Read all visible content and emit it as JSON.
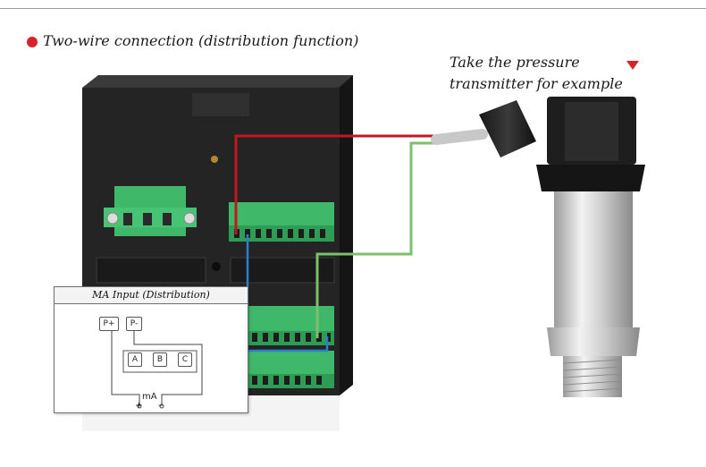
{
  "header": {
    "title": "Two-wire connection (distribution function)",
    "bullet_color": "#d8232a"
  },
  "transmitter_label": {
    "line1": "Take the pressure",
    "line2": "transmitter for example",
    "marker_color": "#d8232a"
  },
  "wires": {
    "red": "#c0181e",
    "green": "#7cc06a",
    "blue": "#2a7fd0"
  },
  "inset": {
    "title": "MA Input (Distribution)",
    "terminals_top": [
      "P+",
      "P-"
    ],
    "terminals_mid": [
      "A",
      "B",
      "C"
    ],
    "unit_label": "mA",
    "plus_label": "+",
    "minus_label": "-"
  }
}
